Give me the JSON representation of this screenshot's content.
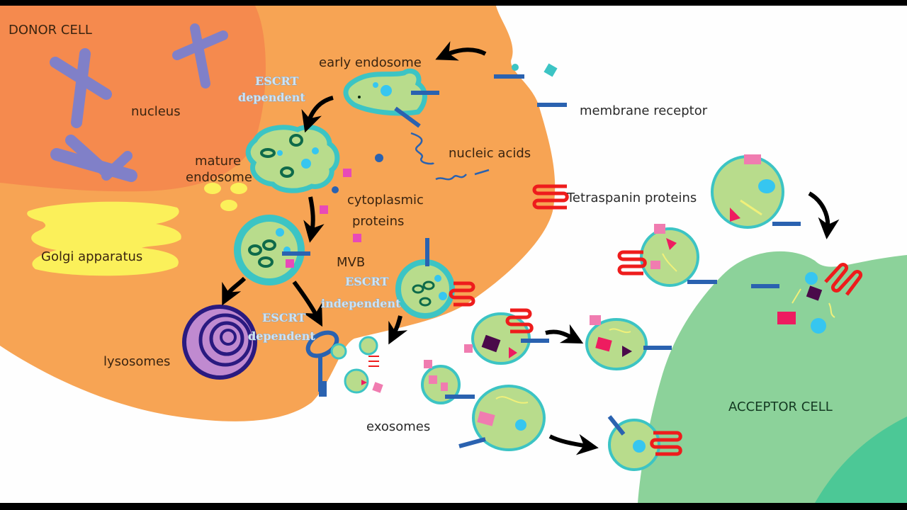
{
  "title": "Exosome biogenesis and uptake",
  "colors": {
    "donor_cytoplasm": "#f7a454",
    "nucleus": "#f58a4e",
    "chromosome": "#8080c8",
    "golgi": "#fbf05a",
    "vesicle_fill": "#b8dc8c",
    "vesicle_rim": "#3cc4c4",
    "receptor": "#2a62b0",
    "tetraspanin": "#ee1c1c",
    "acceptor_cell": "#8cd29a",
    "acceptor_nucleus": "#4cc896",
    "lysosome_fill": "#c08ad0",
    "lysosome_ring": "#2a1a80",
    "protein_pink": "#e84ab8",
    "arrow": "#000000"
  },
  "labels": {
    "donor_cell": "DONOR CELL",
    "nucleus": "nucleus",
    "early_endosome": "early endosome",
    "escrt_dependent_top_1": "ESCRT",
    "escrt_dependent_top_2": "dependent",
    "mature_endosome_1": "mature",
    "mature_endosome_2": "endosome",
    "membrane_receptor": "membrane receptor",
    "nucleic_acids": "nucleic acids",
    "cytoplasmic_proteins_1": "cytoplasmic",
    "cytoplasmic_proteins_2": "proteins",
    "tetraspanin_proteins": "Tetraspanin proteins",
    "golgi_apparatus": "Golgi apparatus",
    "mvb": "MVB",
    "escrt_independent_1": "ESCRT",
    "escrt_independent_2": "independent",
    "escrt_dependent_bottom_1": "ESCRT",
    "escrt_dependent_bottom_2": "dependent",
    "lysosomes": "lysosomes",
    "exosomes": "exosomes",
    "acceptor_cell": "ACCEPTOR CELL"
  }
}
